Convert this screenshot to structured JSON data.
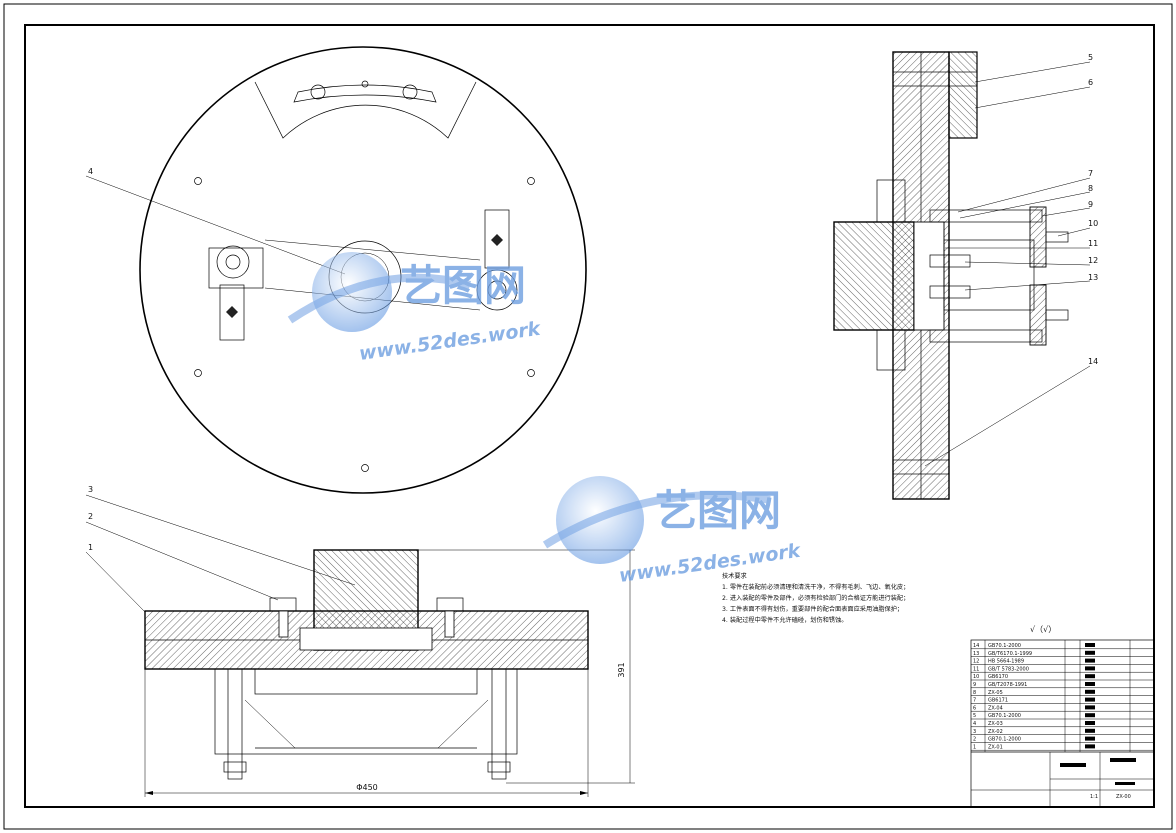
{
  "drawing": {
    "part_numbers": [
      "1",
      "2",
      "3",
      "4",
      "5",
      "6",
      "7",
      "8",
      "9",
      "10",
      "11",
      "12",
      "13",
      "14"
    ],
    "dim_width": "Φ450",
    "dim_height": "391",
    "notes_title": "技术要求",
    "notes": [
      "1. 零件在装配前必须清理和清洗干净，不得有毛刺、飞边、氧化皮；",
      "2. 进入装配的零件及部件，必须有检验部门的合格证方能进行装配；",
      "3. 工件表面不得有划伤，重要部件的配合面表面应采用油脂保护；",
      "4. 装配过程中零件不允许磕碰，划伤和锈蚀。"
    ],
    "roughness": "√（√）",
    "bom": [
      {
        "no": "14",
        "code": "GB70.1-2000"
      },
      {
        "no": "13",
        "code": "GB/T6170.1-1999"
      },
      {
        "no": "12",
        "code": "HB 5664-1989"
      },
      {
        "no": "11",
        "code": "GB/T 5783-2000"
      },
      {
        "no": "10",
        "code": "GB6170"
      },
      {
        "no": "9",
        "code": "GB/T2078-1991"
      },
      {
        "no": "8",
        "code": "ZX-05"
      },
      {
        "no": "7",
        "code": "GB6171"
      },
      {
        "no": "6",
        "code": "ZX-04"
      },
      {
        "no": "5",
        "code": "GB70.1-2000"
      },
      {
        "no": "4",
        "code": "ZX-03"
      },
      {
        "no": "3",
        "code": "ZX-02"
      },
      {
        "no": "2",
        "code": "GB70.1-2000"
      },
      {
        "no": "1",
        "code": "ZX-01"
      }
    ],
    "title_block": {
      "scale": "1:1",
      "drawing_no": "ZX-00"
    }
  },
  "watermark": {
    "cn": "艺图网",
    "en": "www.52des.work"
  }
}
